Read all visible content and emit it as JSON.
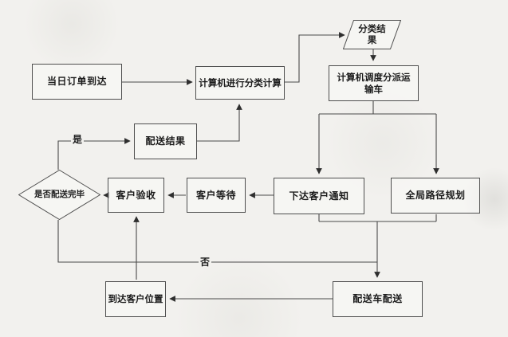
{
  "diagram": {
    "title": "delivery-dispatch-flowchart",
    "nodes": {
      "order_arrival": {
        "label": "当日订单到达",
        "type": "process"
      },
      "classify_compute": {
        "label": "计算机进行分类计算",
        "type": "process"
      },
      "classify_result": {
        "label": "分类结果",
        "type": "data"
      },
      "dispatch_vehicles": {
        "label": "计算机调度分派运输车",
        "type": "process"
      },
      "delivery_result": {
        "label": "配送结果",
        "type": "process"
      },
      "notify_customer": {
        "label": "下达客户通知",
        "type": "process"
      },
      "global_path": {
        "label": "全局路径规划",
        "type": "process"
      },
      "customer_accept": {
        "label": "客户验收",
        "type": "process"
      },
      "customer_wait": {
        "label": "客户等待",
        "type": "process"
      },
      "delivery_done": {
        "label": "是否配送完毕",
        "type": "decision"
      },
      "arrive_customer": {
        "label": "到达客户位置",
        "type": "process"
      },
      "vehicle_deliver": {
        "label": "配送车配送",
        "type": "process"
      }
    },
    "edge_labels": {
      "yes": "是",
      "no": "否"
    },
    "colors": {
      "line": "#4a4a4a",
      "box_border": "#4f4f4f",
      "text": "#1c1c1c",
      "background": "#f2f1ee"
    }
  }
}
